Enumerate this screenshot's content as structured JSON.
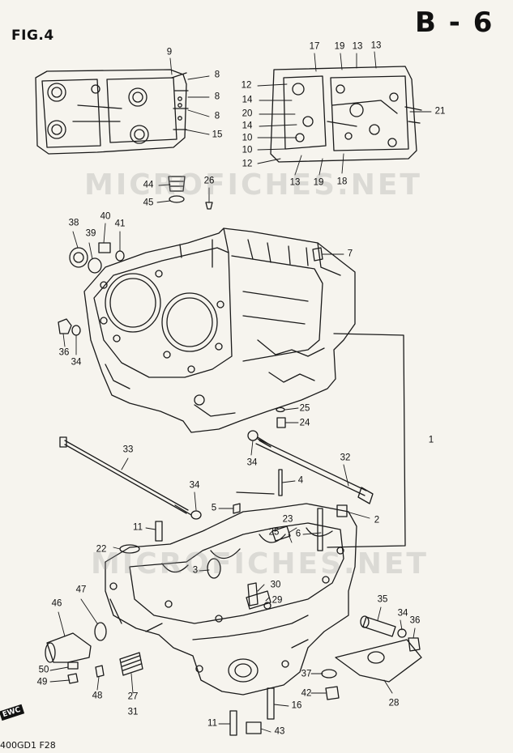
{
  "header": {
    "figure": "FIG.4",
    "page_id": "B - 6"
  },
  "footer": {
    "code": "400GD1 F28",
    "tag": "EWC"
  },
  "watermark": "MICROFICHES.NET",
  "callouts": {
    "c1": "1",
    "c2": "2",
    "c3": "3",
    "c4": "4",
    "c5": "5",
    "c6": "6",
    "c7": "7",
    "c8a": "8",
    "c8b": "8",
    "c8c": "8",
    "c9": "9",
    "c10a": "10",
    "c10b": "10",
    "c11a": "11",
    "c11b": "11",
    "c12a": "12",
    "c12b": "12",
    "c13a": "13",
    "c13b": "13",
    "c13c": "13",
    "c14a": "14",
    "c14b": "14",
    "c15": "15",
    "c16": "16",
    "c17": "17",
    "c18": "18",
    "c19a": "19",
    "c19b": "19",
    "c20": "20",
    "c21": "21",
    "c22": "22",
    "c23": "23",
    "c24": "24",
    "c25a": "25",
    "c25b": "25",
    "c26": "26",
    "c27": "27",
    "c28": "28",
    "c29": "29",
    "c30": "30",
    "c31": "31",
    "c32": "32",
    "c33": "33",
    "c34a": "34",
    "c34b": "34",
    "c34c": "34",
    "c34d": "34",
    "c35": "35",
    "c36a": "36",
    "c36b": "36",
    "c37": "37",
    "c38": "38",
    "c39": "39",
    "c40": "40",
    "c41": "41",
    "c42": "42",
    "c43": "43",
    "c44": "44",
    "c45": "45",
    "c46": "46",
    "c47": "47",
    "c48": "48",
    "c49": "49",
    "c50": "50"
  },
  "colors": {
    "ink": "#1a1a1a",
    "paper": "#f6f4ee"
  }
}
